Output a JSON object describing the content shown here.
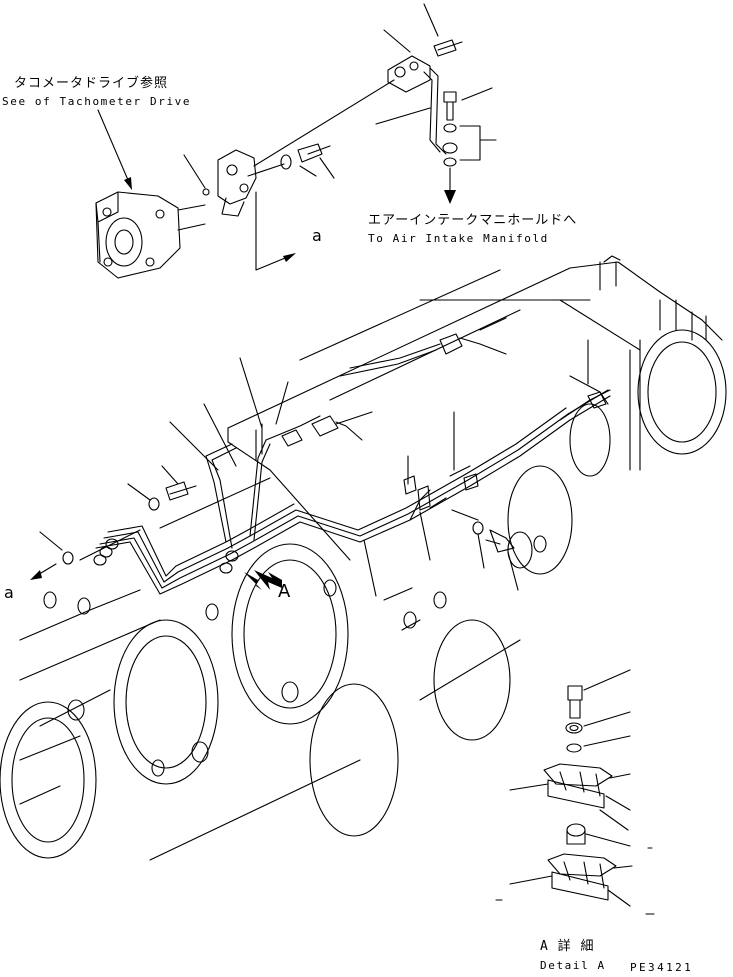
{
  "labels": {
    "tacho_jp": "タコメータドライブ参照",
    "tacho_en": "See of Tachometer Drive",
    "intake_jp": "エアーインテークマニホールドへ",
    "intake_en": "To Air Intake Manifold",
    "ref_a_top": "a",
    "ref_a_left": "a",
    "view_arrow": "A",
    "detail_jp": "A 詳 細",
    "detail_en": "Detail A",
    "figure_code": "PE34121"
  },
  "icons": [
    "arrow-down-icon",
    "view-arrow-icon"
  ]
}
